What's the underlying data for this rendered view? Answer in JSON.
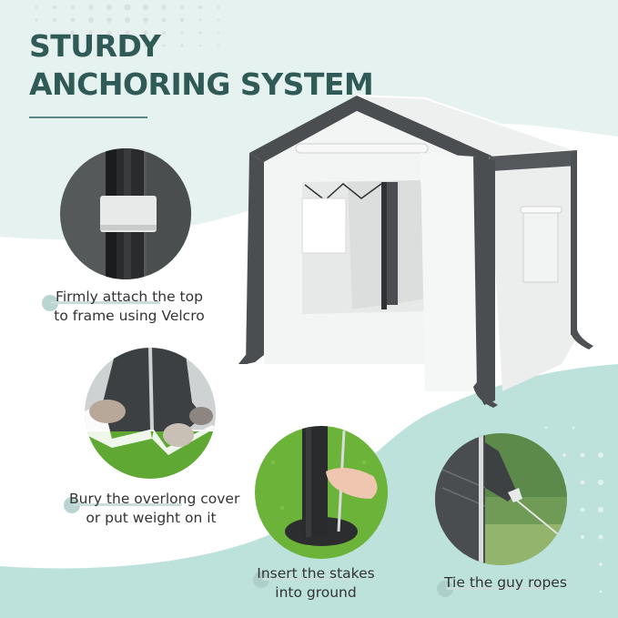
{
  "title": {
    "line1": "STURDY",
    "line2": "ANCHORING SYSTEM"
  },
  "colors": {
    "title": "#2f5a55",
    "mint_top": "#e6f2f0",
    "teal_bottom": "#bde2dc",
    "tent_dark": "#4a4d50",
    "tent_white": "#f4f5f5",
    "grass": "#6cb33a"
  },
  "features": [
    {
      "id": "velcro",
      "image": "velcro-strap-on-frame-pole",
      "line1": "Firmly attach the top",
      "line2": "to frame using Velcro"
    },
    {
      "id": "cover",
      "image": "cover-weighted-with-rocks",
      "line1": "Bury the overlong cover",
      "line2": "or put weight on it"
    },
    {
      "id": "stakes",
      "image": "stake-inserted-into-ground",
      "line1": "Insert the stakes",
      "line2": "into ground"
    },
    {
      "id": "ropes",
      "image": "guy-rope-tied",
      "line1": "Tie the guy ropes",
      "line2": ""
    }
  ],
  "product_image": "greenhouse-tent-white-grey"
}
